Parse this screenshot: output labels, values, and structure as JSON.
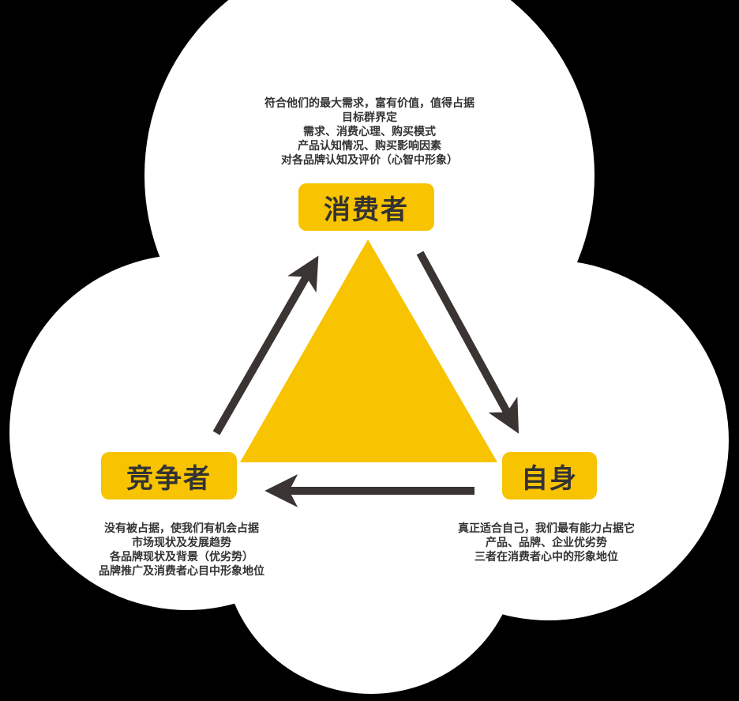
{
  "colors": {
    "background": "#000000",
    "cloud_fill": "#FFFFFF",
    "accent": "#F8C300",
    "arrow": "#3A3433",
    "text": "#333333"
  },
  "nodes": {
    "consumer": {
      "label": "消费者",
      "lines": [
        "符合他们的最大需求，富有价值，值得占据",
        "目标群界定",
        "需求、消费心理、购买模式",
        "产品认知情况、购买影响因素",
        "对各品牌认知及评价（心智中形象）"
      ]
    },
    "competitor": {
      "label": "竞争者",
      "lines": [
        "没有被占据，使我们有机会占据",
        "市场现状及发展趋势",
        "各品牌现状及背景（优劣势）",
        "品牌推广及消费者心目中形象地位"
      ]
    },
    "self": {
      "label": "自身",
      "lines": [
        "真正适合自己，我们最有能力占据它",
        "产品、品牌、企业优劣势",
        "三者在消费者心中的形象地位"
      ]
    }
  }
}
